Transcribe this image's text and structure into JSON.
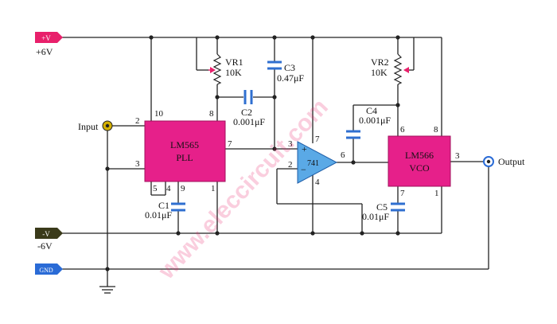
{
  "watermark": "www.eleccircuit.com",
  "rails": {
    "pos": {
      "tag": "+V",
      "label": "+6V",
      "color": "#e8206b"
    },
    "neg": {
      "tag": "-V",
      "label": "-6V",
      "color": "#3a3a1a"
    },
    "gnd": {
      "tag": "GND",
      "color": "#2a6bd6"
    }
  },
  "terminals": {
    "input": "Input",
    "output": "Output"
  },
  "chips": {
    "pll": {
      "name": "LM565",
      "sub": "PLL",
      "color": "#e6208a",
      "pins": [
        "10",
        "8",
        "2",
        "3",
        "7",
        "5",
        "4",
        "9",
        "1"
      ]
    },
    "vco": {
      "name": "LM566",
      "sub": "VCO",
      "color": "#e6208a",
      "pins": [
        "6",
        "8",
        "3",
        "7",
        "1"
      ]
    },
    "opamp": {
      "name": "741",
      "plus": "+",
      "minus": "−",
      "color": "#5aa9e6",
      "pins": [
        "3",
        "2",
        "7",
        "4",
        "6"
      ]
    }
  },
  "components": {
    "vr1": {
      "ref": "VR1",
      "value": "10K"
    },
    "vr2": {
      "ref": "VR2",
      "value": "10K"
    },
    "c1": {
      "ref": "C1",
      "value": "0.01μF"
    },
    "c2": {
      "ref": "C2",
      "value": "0.001μF"
    },
    "c3": {
      "ref": "C3",
      "value": "0.47μF"
    },
    "c4": {
      "ref": "C4",
      "value": "0.001μF"
    },
    "c5": {
      "ref": "C5",
      "value": "0.01μF"
    }
  },
  "colors": {
    "wire": "#222222",
    "cap": "#2f6fd0",
    "pot": "#e8206b",
    "terminal": "#d4b000"
  }
}
